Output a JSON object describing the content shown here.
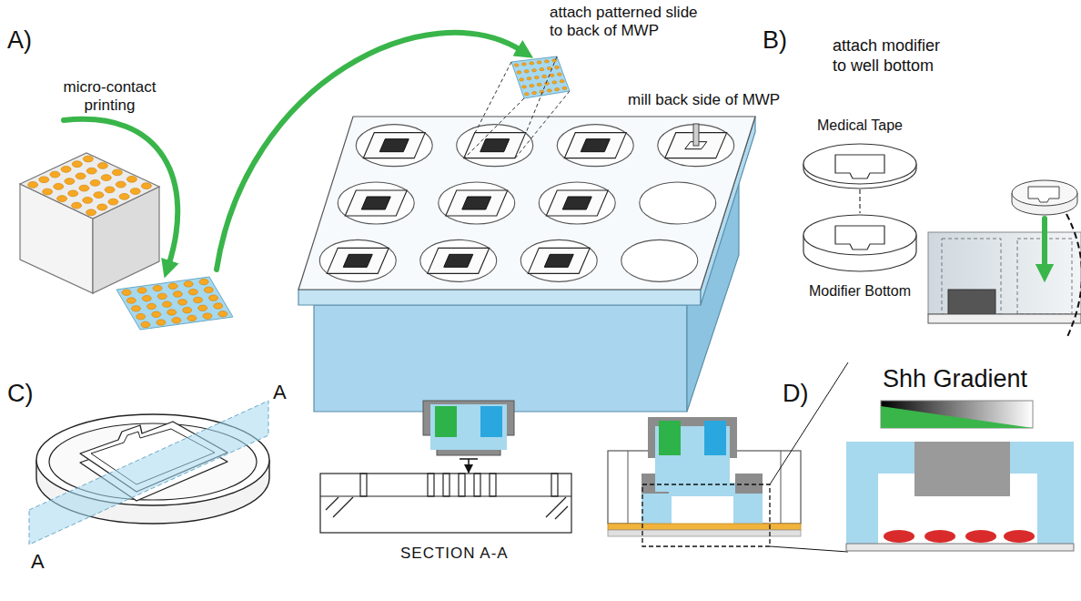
{
  "diagram": {
    "labels": [
      "A)",
      "micro-contact printing",
      "attach patterned slide to back of MWP",
      "mill back side of MWP",
      "B)",
      "attach modifier to well bottom",
      "Medical Tape",
      "Modifier Bottom",
      "C)",
      "A",
      "A",
      "SECTION A-A",
      "D)",
      "Shh Gradient"
    ]
  }
}
